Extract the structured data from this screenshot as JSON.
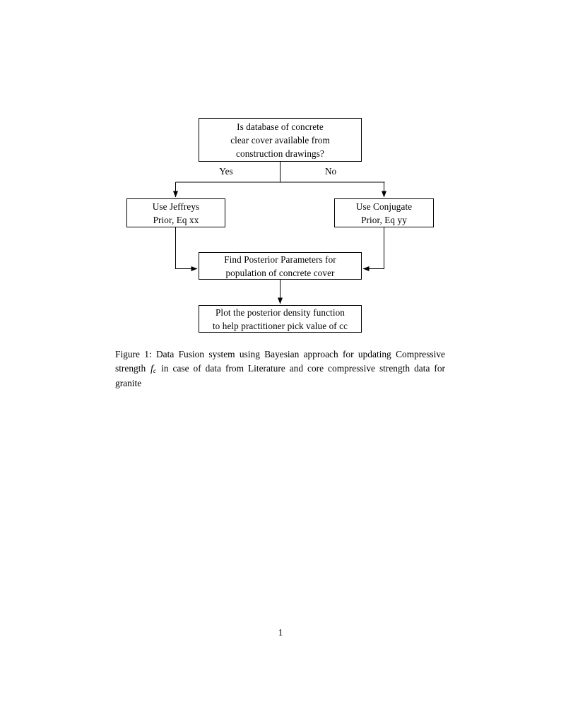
{
  "document": {
    "page_number": "1"
  },
  "figure": {
    "nodes": {
      "decision": {
        "lines": [
          "Is database of concrete",
          "clear cover available from",
          "construction drawings?"
        ]
      },
      "jeffreys": {
        "lines": [
          "Use Jeffreys",
          "Prior, Eq xx"
        ]
      },
      "conjugate": {
        "lines": [
          "Use Conjugate",
          "Prior, Eq yy"
        ]
      },
      "posterior": {
        "lines": [
          "Find Posterior Parameters for",
          "population of concrete cover"
        ]
      },
      "plot": {
        "lines": [
          "Plot the posterior density function",
          "to help practitioner pick value of cc"
        ]
      }
    },
    "edges": {
      "yes_label": "Yes",
      "no_label": "No"
    },
    "caption": {
      "label": "Figure 1:",
      "text_before_math": " Data Fusion system using Bayesian approach for updating Compressive strength ",
      "math_base": "f",
      "math_sub": "c",
      "text_after_math": " in case of data from Literature and core compressive strength data for granite"
    }
  },
  "colors": {
    "ink": "#000000",
    "paper": "#ffffff"
  }
}
